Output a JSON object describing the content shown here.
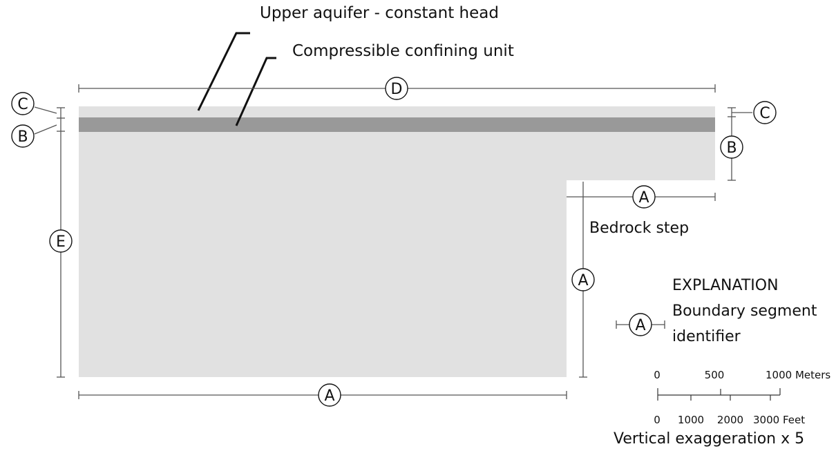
{
  "labels": {
    "upper_aquifer": "Upper aquifer - constant head",
    "confining_unit": "Compressible confining unit",
    "bedrock_step": "Bedrock step"
  },
  "segments": {
    "A": "A",
    "B": "B",
    "C": "C",
    "D": "D",
    "E": "E"
  },
  "explanation": {
    "title": "EXPLANATION",
    "line1": "Boundary segment",
    "line2": "identifier",
    "symbol": "A"
  },
  "scale": {
    "meters_ticks": [
      "0",
      "500",
      "1000 Meters"
    ],
    "feet_ticks": [
      "0",
      "1000",
      "2000",
      "3000 Feet"
    ]
  },
  "vertical_exaggeration": "Vertical exaggeration x 5",
  "colors": {
    "domain_fill": "#e1e1e1",
    "confining_unit": "#999999",
    "dimension_lines": "#555555"
  }
}
